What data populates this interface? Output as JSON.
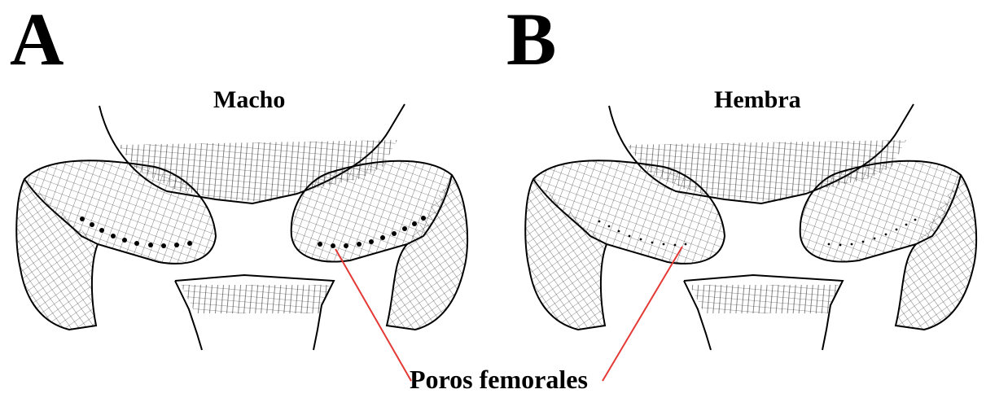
{
  "panels": {
    "a": {
      "letter": "A",
      "label": "Macho"
    },
    "b": {
      "letter": "B",
      "label": "Hembra"
    }
  },
  "callout": {
    "text": "Poros femorales",
    "line_color": "#e53935"
  },
  "colors": {
    "ink": "#000000",
    "background": "#ffffff"
  }
}
